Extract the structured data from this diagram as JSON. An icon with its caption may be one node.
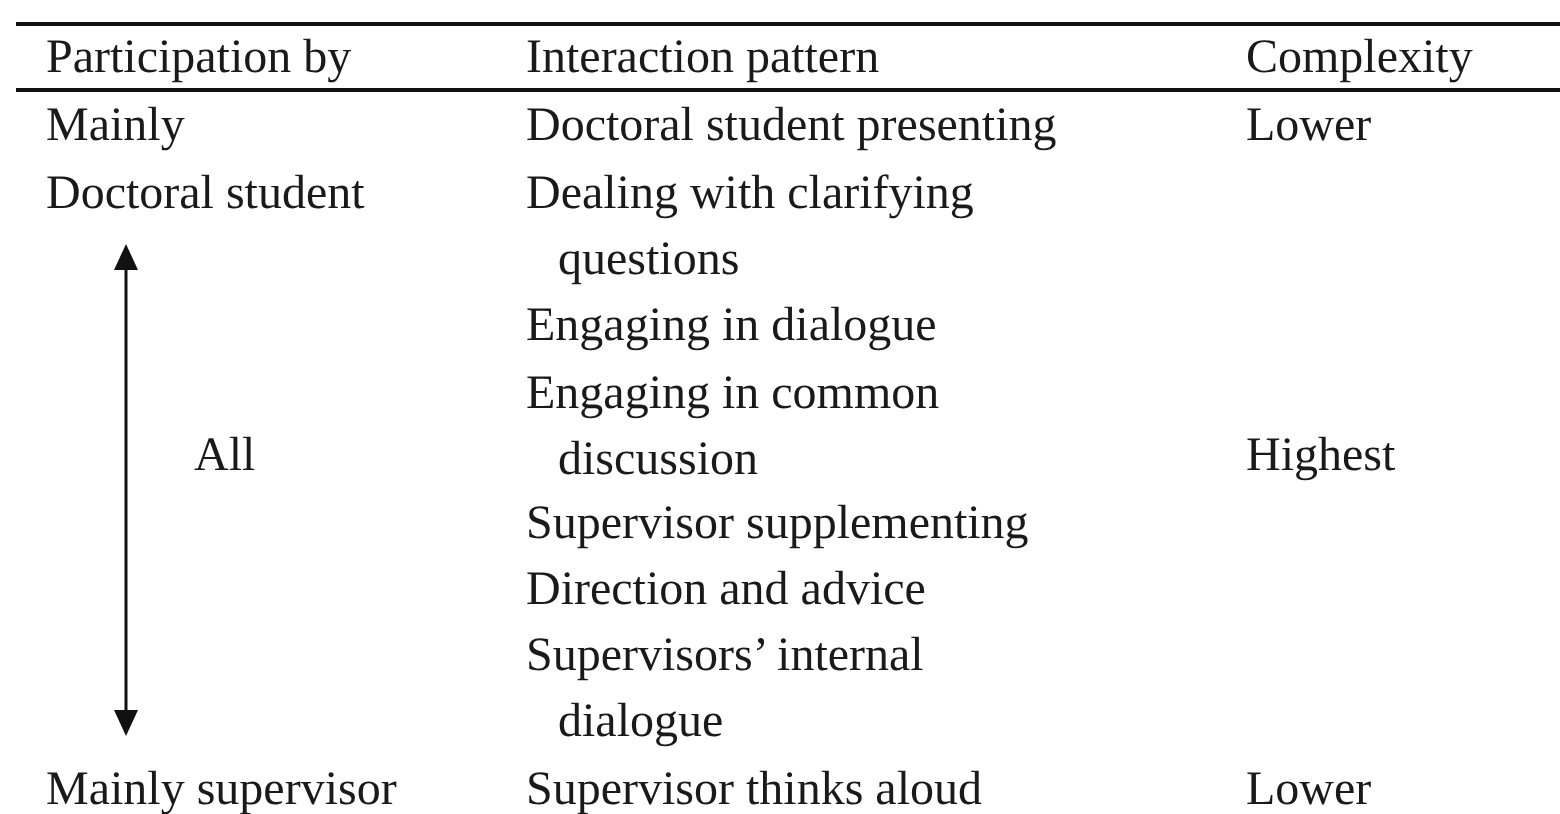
{
  "diagram": {
    "labels": [
      "Participation by",
      "Interaction pattern",
      "Complexity",
      "Mainly",
      "Doctoral student presenting",
      "Lower",
      "Doctoral student",
      "Dealing with clarifying questions",
      "Engaging in dialogue",
      "Engaging in common discussion",
      "All",
      "Highest",
      "Supervisor supplementing",
      "Direction and advice",
      "Supervisors’ internal dialogue",
      "Mainly supervisor",
      "Supervisor thinks aloud",
      "Lower"
    ]
  }
}
